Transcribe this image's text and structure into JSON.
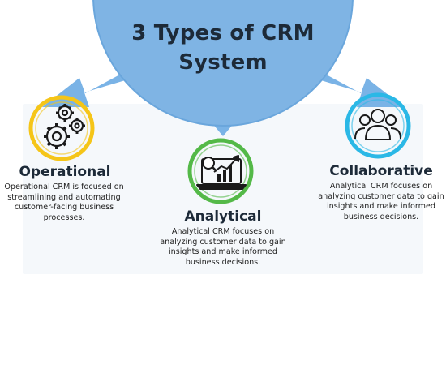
{
  "title": {
    "line1": "3 Types of CRM",
    "line2": "System"
  },
  "colors": {
    "circle": "#7fb4e4",
    "arrow": "#7ab3e6",
    "operational_ring": "#f5c518",
    "analytical_ring": "#54b948",
    "collaborative_ring": "#2bb8e6",
    "text": "#1d2a38"
  },
  "types": [
    {
      "name": "Operational",
      "icon": "gears-icon",
      "description": [
        "Operational CRM is focused on",
        "streamlining and automating",
        "customer-facing business",
        "processes."
      ]
    },
    {
      "name": "Analytical",
      "icon": "chart-analytics-icon",
      "description": [
        "Analytical CRM focuses on",
        "analyzing customer data to gain",
        "insights and make informed",
        "business decisions."
      ]
    },
    {
      "name": "Collaborative",
      "icon": "group-people-icon",
      "description": [
        "Analytical CRM focuses on",
        "analyzing customer data to gain",
        "insights and make informed",
        "business decisions."
      ]
    }
  ]
}
